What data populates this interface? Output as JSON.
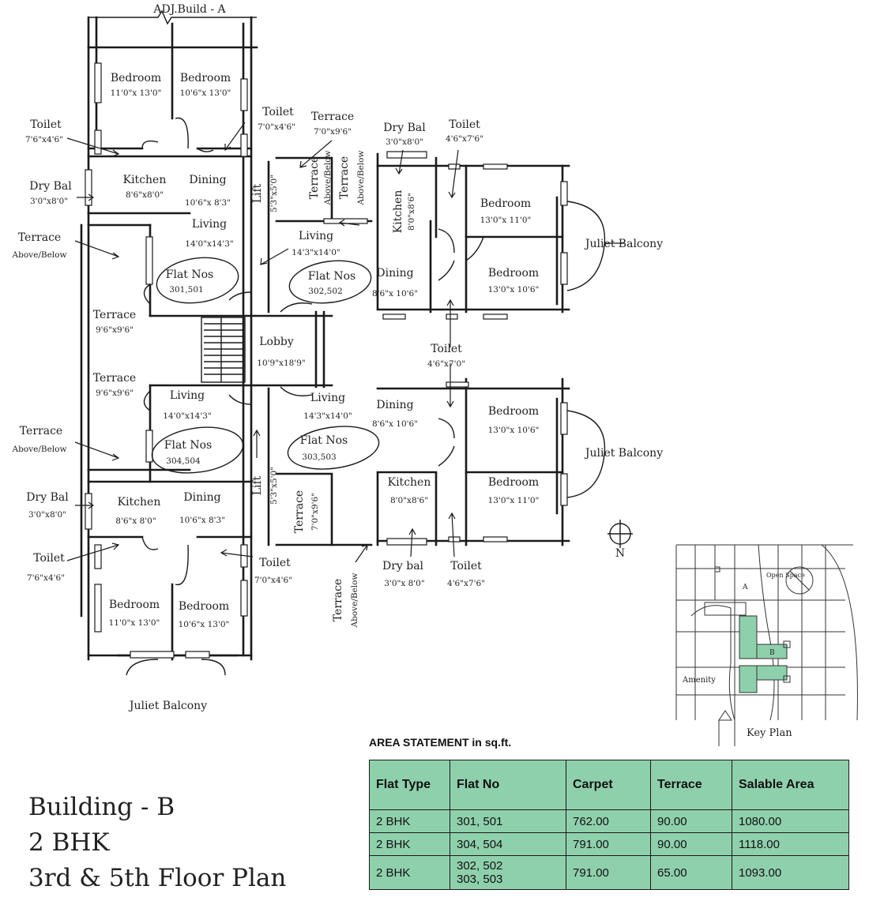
{
  "adj_building": "ADJ.Build - A",
  "rooms": {
    "r1": {
      "name": "Bedroom",
      "dim": "11'0\"x 13'0\""
    },
    "r2": {
      "name": "Bedroom",
      "dim": "10'6\"x 13'0\""
    },
    "r3": {
      "name": "Toilet",
      "dim": "7'6\"x4'6\""
    },
    "r4": {
      "name": "Toilet",
      "dim": "7'0\"x4'6\""
    },
    "r5": {
      "name": "Terrace",
      "dim": "7'0\"x9'6\""
    },
    "r6": {
      "name": "Dry Bal",
      "dim": "3'0\"x8'0\""
    },
    "r7": {
      "name": "Toilet",
      "dim": "4'6\"x7'6\""
    },
    "r8": {
      "name": "Dry Bal",
      "dim": "3'0\"x8'0\""
    },
    "r9": {
      "name": "Kitchen",
      "dim": "8'6\"x8'0\""
    },
    "r10": {
      "name": "Dining",
      "dim": "10'6\"x 8'3\""
    },
    "r11": {
      "name": "Lift",
      "dim": "5'3\"x5'0\""
    },
    "r12": {
      "name": "Terrace",
      "dim": "Above/Below"
    },
    "r13": {
      "name": "Kitchen",
      "dim": "8'0\"x8'6\""
    },
    "r14": {
      "name": "Bedroom",
      "dim": "13'0\"x 11'0\""
    },
    "r15": {
      "name": "Terrace",
      "dim": "Above/Below"
    },
    "r16": {
      "name": "Living",
      "dim": "14'0\"x14'3\""
    },
    "r17": {
      "name": "Living",
      "dim": "14'3\"x14'0\""
    },
    "r18": {
      "name": "Dining",
      "dim": "8'6\"x 10'6\""
    },
    "r19": {
      "name": "Bedroom",
      "dim": "13'0\"x 10'6\""
    },
    "r20": {
      "name": "Terrace",
      "dim": "9'6\"x9'6\""
    },
    "r21": {
      "name": "Lobby",
      "dim": "10'9\"x18'9\""
    },
    "r22": {
      "name": "Toilet",
      "dim": "4'6\"x7'0\""
    },
    "r23": {
      "name": "Terrace",
      "dim": "9'6\"x9'6\""
    },
    "r24": {
      "name": "Living",
      "dim": "14'0\"x14'3\""
    },
    "r25": {
      "name": "Living",
      "dim": "14'3\"x14'0\""
    },
    "r26": {
      "name": "Dining",
      "dim": "8'6\"x 10'6\""
    },
    "r27": {
      "name": "Bedroom",
      "dim": "13'0\"x 10'6\""
    },
    "r28": {
      "name": "Terrace",
      "dim": "Above/Below"
    },
    "r29": {
      "name": "Dry Bal",
      "dim": "3'0\"x8'0\""
    },
    "r30": {
      "name": "Kitchen",
      "dim": "8'6\"x 8'0\""
    },
    "r31": {
      "name": "Dining",
      "dim": "10'6\"x 8'3\""
    },
    "r32": {
      "name": "Lift",
      "dim": "5'3\"x5'0\""
    },
    "r33": {
      "name": "Terrace",
      "dim": "7'0\"x9'6\""
    },
    "r34": {
      "name": "Kitchen",
      "dim": "8'0\"x8'6\""
    },
    "r35": {
      "name": "Bedroom",
      "dim": "13'0\"x 11'0\""
    },
    "r36": {
      "name": "Toilet",
      "dim": "7'6\"x4'6\""
    },
    "r37": {
      "name": "Toilet",
      "dim": "7'0\"x4'6\""
    },
    "r38": {
      "name": "Dry bal",
      "dim": "3'0\"x 8'0\""
    },
    "r39": {
      "name": "Toilet",
      "dim": "4'6\"x7'6\""
    },
    "r40": {
      "name": "Terrace",
      "dim": "Above/Below"
    },
    "r41": {
      "name": "Bedroom",
      "dim": "11'0\"x 13'0\""
    },
    "r42": {
      "name": "Bedroom",
      "dim": "10'6\"x 13'0\""
    }
  },
  "terrace_vertical": {
    "name": "Terrace",
    "dim": "Above/Below"
  },
  "flats": {
    "f1": {
      "name": "Flat Nos",
      "nums": "301,501"
    },
    "f2": {
      "name": "Flat Nos",
      "nums": "302,502"
    },
    "f3": {
      "name": "Flat Nos",
      "nums": "304,504"
    },
    "f4": {
      "name": "Flat Nos",
      "nums": "303,503"
    }
  },
  "juliet": {
    "a": "Juliet Balcony",
    "b": "Juliet Balcony",
    "c": "Juliet Balcony"
  },
  "north": "N",
  "key_plan": {
    "open_space": "Open Space",
    "amenity": "Amenity",
    "label": "Key Plan",
    "a": "A",
    "b": "B"
  },
  "area": {
    "title": "AREA STATEMENT in sq.ft.",
    "headers": {
      "type": "Flat Type",
      "no": "Flat No",
      "carpet": "Carpet",
      "terrace": "Terrace",
      "salable": "Salable Area"
    },
    "rows": [
      {
        "type": "2 BHK",
        "no1": "301, 501",
        "no2": "",
        "carpet": "762.00",
        "terrace": "90.00",
        "salable": "1080.00"
      },
      {
        "type": "2 BHK",
        "no1": "304, 504",
        "no2": "",
        "carpet": "791.00",
        "terrace": "90.00",
        "salable": "1118.00"
      },
      {
        "type": "2 BHK",
        "no1": "302, 502",
        "no2": "303, 503",
        "carpet": "791.00",
        "terrace": "65.00",
        "salable": "1093.00"
      }
    ]
  },
  "title": {
    "line1": "Building - B",
    "line2": "2 BHK",
    "line3": "3rd & 5th Floor Plan"
  },
  "colors": {
    "table_fill": "#8fd0ac",
    "key_highlight": "#8fd0ac",
    "ink": "#1a1a1a"
  }
}
